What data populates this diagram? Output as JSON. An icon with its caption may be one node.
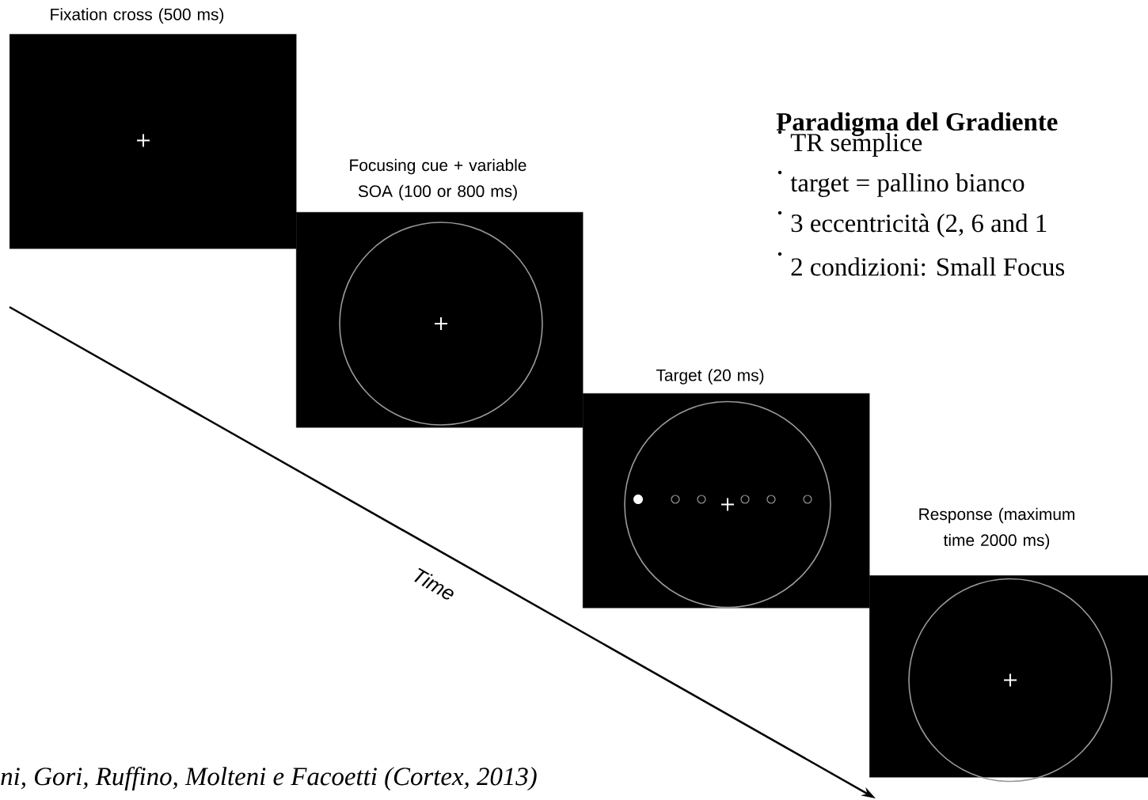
{
  "diagram": {
    "nodes": [
      {
        "text": [
          "Fixation cross (500 ms)"
        ]
      },
      {
        "text": [
          "Focusing cue + variable SOA (100 or 800 ms)"
        ]
      },
      {
        "text": [
          "Target (20 ms)"
        ]
      },
      {
        "text": [
          "Response (maximum time 2000 ms)"
        ]
      }
    ],
    "labels": [
      "Time",
      "Paradigma del Gradiente",
      "TR semplice",
      "target = pallino bianco",
      "3 eccentricità (2, 6 and 1",
      "2 condizioni: Small Focus",
      "ni, Gori, Ruffino, Molteni e Facoetti (Cortex, 2013)"
    ]
  }
}
